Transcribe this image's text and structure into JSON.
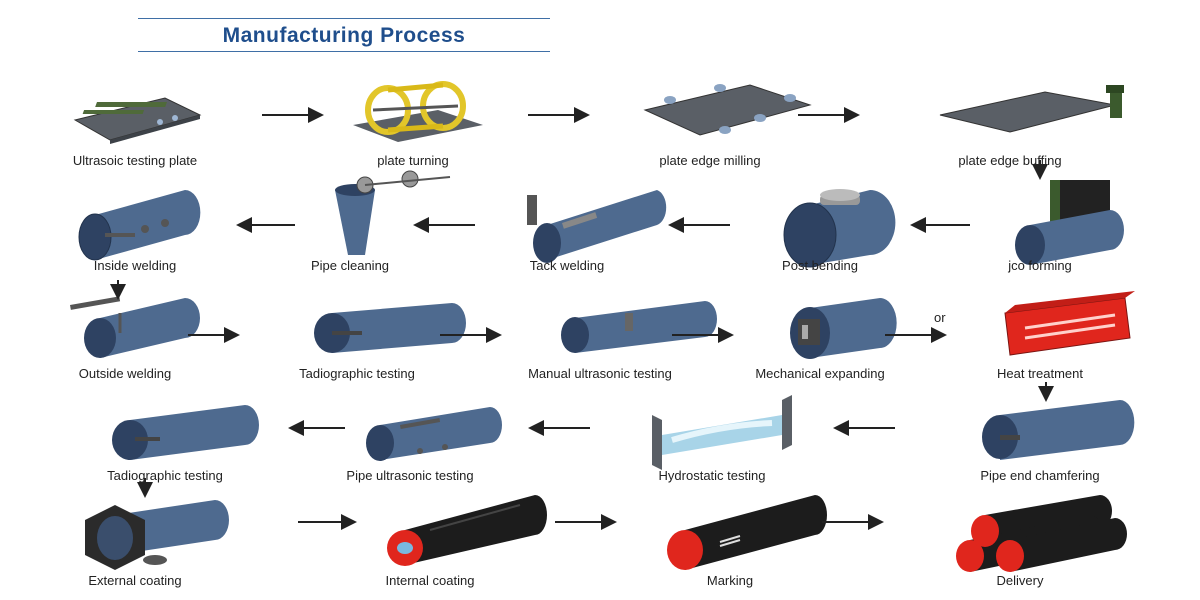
{
  "title": "Manufacturing Process",
  "steps": [
    {
      "label": "Ultrasoic testing plate",
      "icon": "ultrasonic-plate-icon"
    },
    {
      "label": "plate turning",
      "icon": "plate-turning-icon"
    },
    {
      "label": "plate edge milling",
      "icon": "edge-milling-icon"
    },
    {
      "label": "plate edge buffing",
      "icon": "edge-buffing-icon"
    },
    {
      "label": "Inside welding",
      "icon": "inside-welding-icon"
    },
    {
      "label": "Pipe cleaning",
      "icon": "pipe-cleaning-icon"
    },
    {
      "label": "Tack welding",
      "icon": "tack-welding-icon"
    },
    {
      "label": "Post bending",
      "icon": "post-bending-icon"
    },
    {
      "label": "jco forming",
      "icon": "jco-forming-icon"
    },
    {
      "label": "Outside welding",
      "icon": "outside-welding-icon"
    },
    {
      "label": "Tadiographic testing",
      "icon": "radiographic-testing-icon"
    },
    {
      "label": "Manual ultrasonic testing",
      "icon": "manual-ultrasonic-icon"
    },
    {
      "label": "Mechanical expanding",
      "icon": "mechanical-expanding-icon"
    },
    {
      "label": "Heat treatment",
      "icon": "heat-treatment-icon"
    },
    {
      "label": "Tadiographic testing",
      "icon": "radiographic-testing-icon"
    },
    {
      "label": "Pipe ultrasonic testing",
      "icon": "pipe-ultrasonic-icon"
    },
    {
      "label": "Hydrostatic testing",
      "icon": "hydrostatic-testing-icon"
    },
    {
      "label": "Pipe end chamfering",
      "icon": "end-chamfering-icon"
    },
    {
      "label": "External coating",
      "icon": "external-coating-icon"
    },
    {
      "label": "Internal coating",
      "icon": "internal-coating-icon"
    },
    {
      "label": "Marking",
      "icon": "marking-icon"
    },
    {
      "label": "Delivery",
      "icon": "delivery-icon"
    }
  ],
  "or_label": "or",
  "colors": {
    "title": "#1f4e8c",
    "pipe": "#4e6a8f",
    "coating": "#1c1c1c",
    "heat": "#e0261d",
    "arrow": "#222222"
  }
}
